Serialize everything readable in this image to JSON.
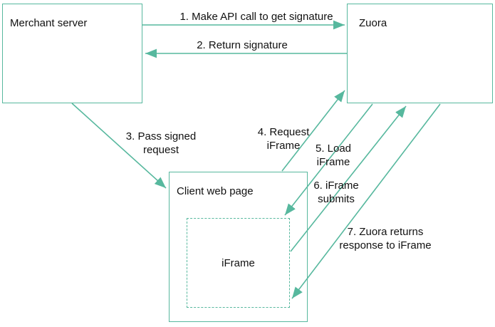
{
  "colors": {
    "accent": "#57b89e",
    "text": "#111111",
    "canvas": "#ffffff"
  },
  "nodes": {
    "merchant_server": {
      "label": "Merchant server"
    },
    "zuora": {
      "label": "Zuora"
    },
    "client_web_page": {
      "label": "Client web page"
    },
    "iframe": {
      "label": "iFrame"
    }
  },
  "arrows": [
    {
      "step": 1,
      "from": "merchant_server",
      "to": "zuora",
      "label_lines": [
        "1. Make API call to get signature"
      ]
    },
    {
      "step": 2,
      "from": "zuora",
      "to": "merchant_server",
      "label_lines": [
        "2. Return signature"
      ]
    },
    {
      "step": 3,
      "from": "merchant_server",
      "to": "client_web_page",
      "label_lines": [
        "3. Pass signed",
        "request"
      ]
    },
    {
      "step": 4,
      "from": "client_web_page",
      "to": "zuora",
      "label_lines": [
        "4. Request",
        "iFrame"
      ]
    },
    {
      "step": 5,
      "from": "zuora",
      "to": "iframe",
      "label_lines": [
        "5. Load",
        "iFrame"
      ]
    },
    {
      "step": 6,
      "from": "iframe",
      "to": "zuora",
      "label_lines": [
        "6. iFrame",
        "submits"
      ]
    },
    {
      "step": 7,
      "from": "zuora",
      "to": "iframe",
      "label_lines": [
        "7. Zuora returns",
        "response to iFrame"
      ]
    }
  ]
}
